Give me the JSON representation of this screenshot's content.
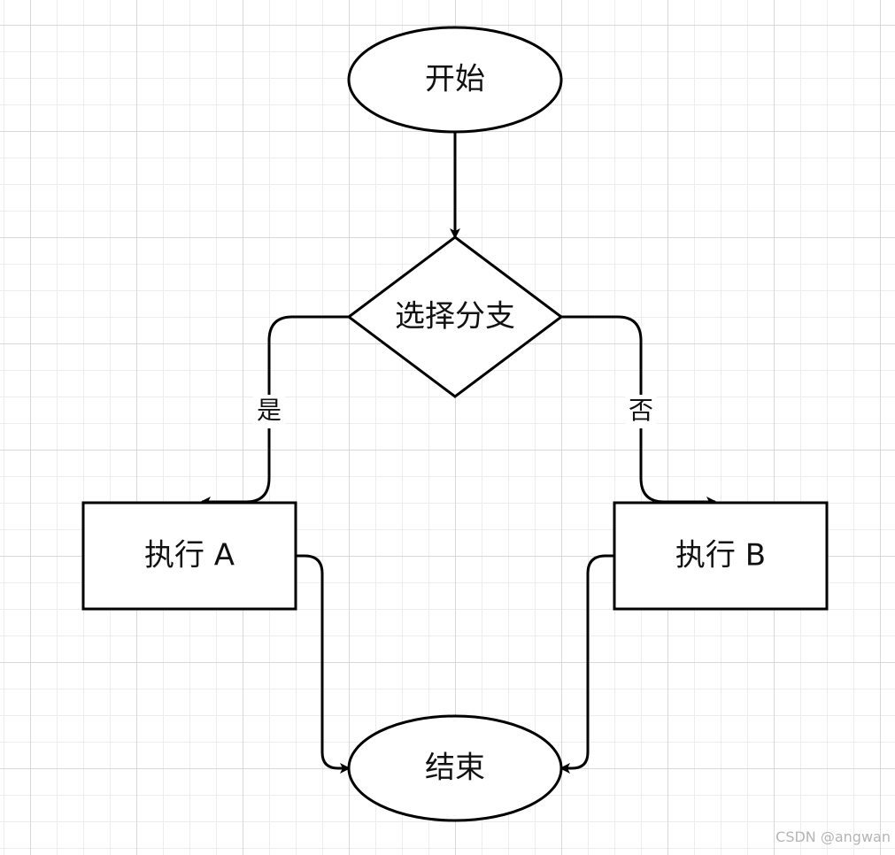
{
  "nodes": {
    "start": "开始",
    "decision": "选择分支",
    "action_a": "执行 A",
    "action_b": "执行 B",
    "end": "结束"
  },
  "edges": {
    "yes_label": "是",
    "no_label": "否"
  },
  "watermark": "CSDN @angwan"
}
